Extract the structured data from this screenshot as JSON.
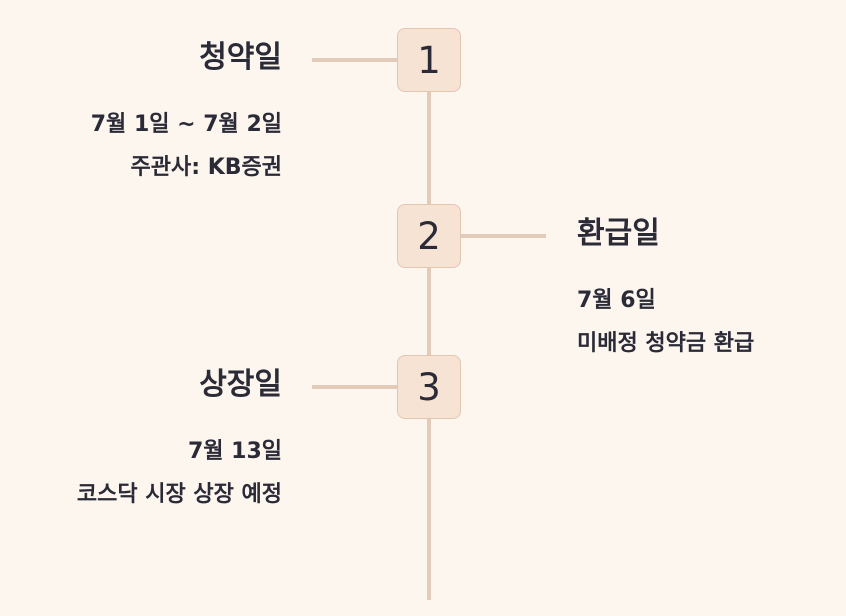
{
  "timeline": {
    "steps": [
      {
        "number": "1",
        "title": "청약일",
        "line1": "7월 1일 ~ 7월 2일",
        "line2": "주관사: KB증권"
      },
      {
        "number": "2",
        "title": "환급일",
        "line1": "7월 6일",
        "line2": "미배정 청약금 환급"
      },
      {
        "number": "3",
        "title": "상장일",
        "line1": "7월 13일",
        "line2": "코스닥 시장 상장 예정"
      }
    ]
  },
  "colors": {
    "background": "#fdf6ef",
    "connector": "#e2cbb8",
    "box_fill": "#f7e3d3",
    "box_border": "#e3c6b0",
    "text": "#2b2b38"
  }
}
